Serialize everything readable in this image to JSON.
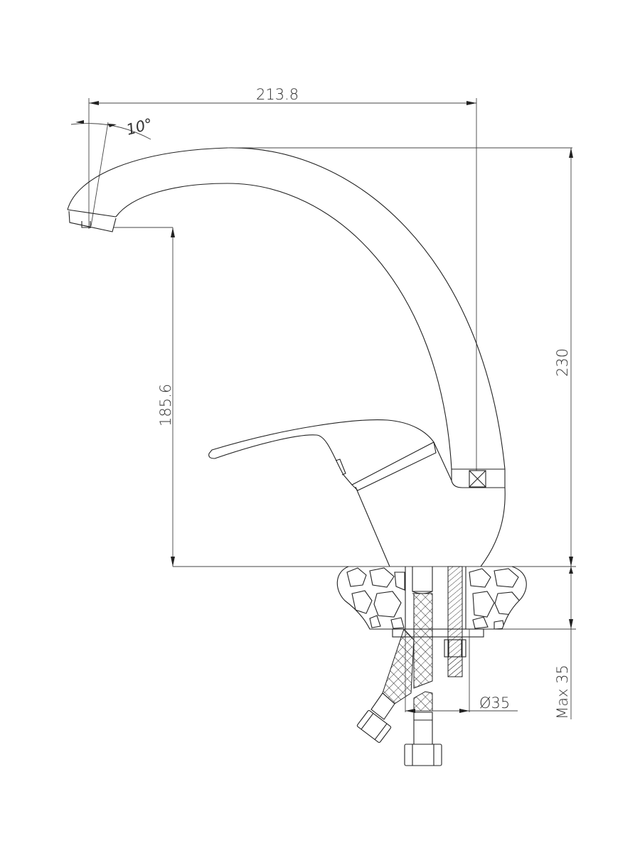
{
  "drawing": {
    "dimensions": {
      "width": "213.8",
      "angle": "10°",
      "spout_height": "185.6",
      "total_height": "230",
      "max_counter": "Max 35",
      "hole_diameter": "Ø35"
    },
    "line_color": "#222222",
    "background": "#ffffff"
  }
}
